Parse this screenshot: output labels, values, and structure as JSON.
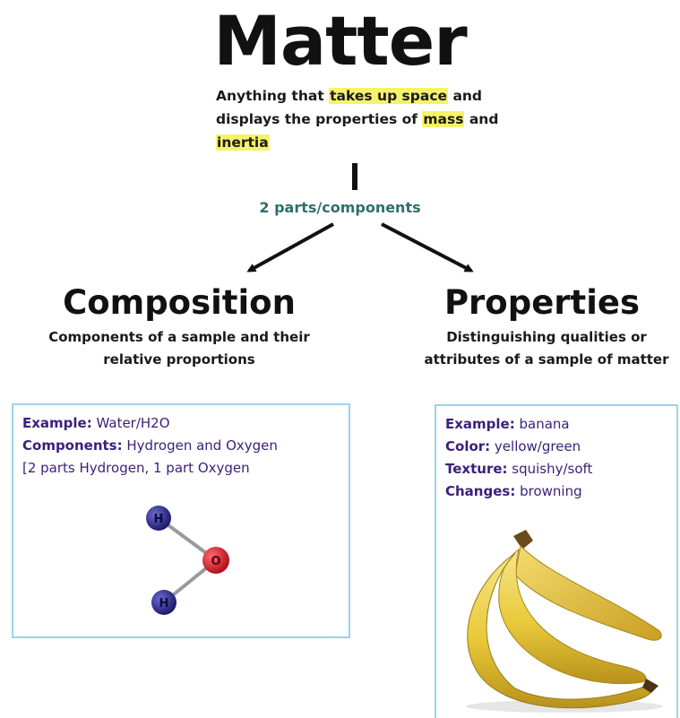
{
  "title": "Matter",
  "definition": {
    "part1": "Anything that ",
    "hl1": "takes up space",
    "part2": " and displays the properties of ",
    "hl2": "mass",
    "part3": " and ",
    "hl3": "inertia"
  },
  "connector_label": "2 parts/components",
  "composition": {
    "heading": "Composition",
    "description": "Components of a sample and their relative proportions",
    "example_key": "Example:",
    "example_value": " Water/H2O",
    "components_key": "Components:",
    "components_value": " Hydrogen and Oxygen",
    "ratio_text": "[2 parts Hydrogen, 1 part Oxygen",
    "molecule": {
      "atom_top": "H",
      "atom_center": "O",
      "atom_bottom": "H",
      "hydrogen_color": "#2b2a85",
      "oxygen_color": "#d4202c"
    }
  },
  "properties": {
    "heading": "Properties",
    "description": "Distinguishing qualities or attributes of a sample of matter",
    "example_key": "Example:",
    "example_value": " banana",
    "color_key": "Color:",
    "color_value": " yellow/green",
    "texture_key": "Texture:",
    "texture_value": " squishy/soft",
    "changes_key": "Changes:",
    "changes_value": " browning"
  },
  "colors": {
    "highlight": "#f6f36a",
    "connector_label": "#2e6f6a",
    "card_border": "#9dd3ec",
    "card_text": "#3b1f7a"
  }
}
